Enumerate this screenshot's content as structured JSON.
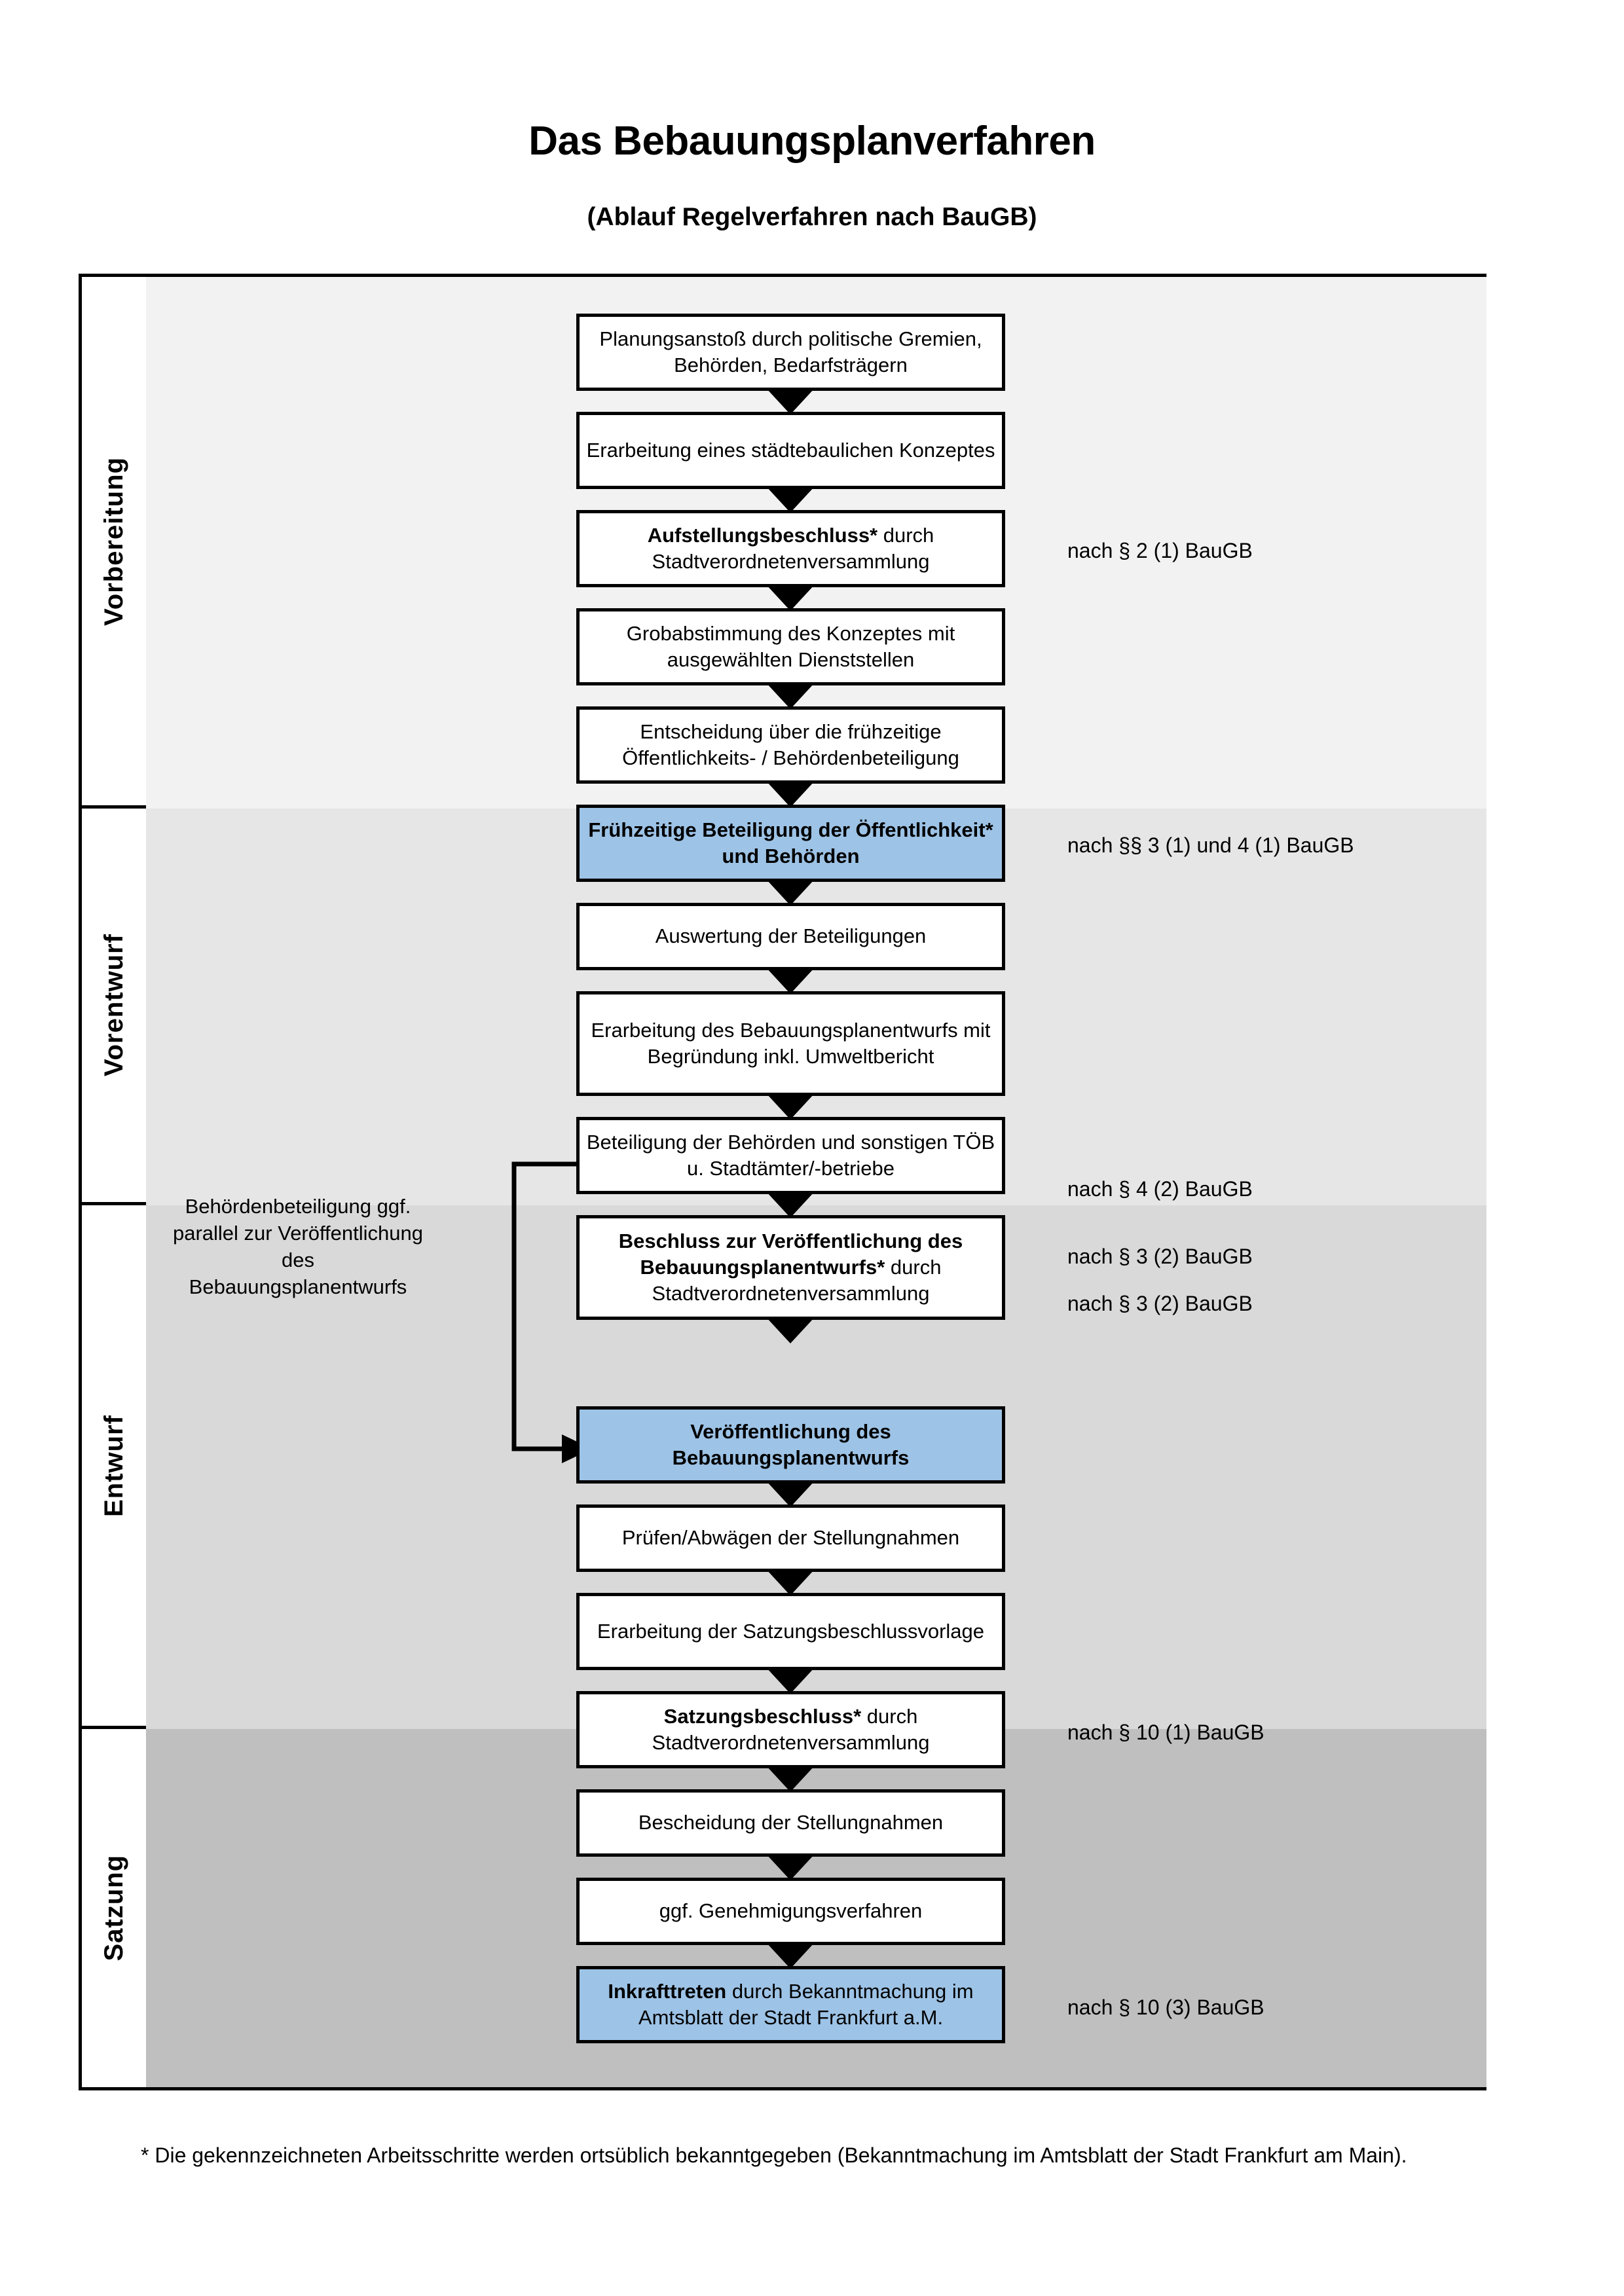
{
  "document": {
    "title": "Das Bebauungsplanverfahren",
    "subtitle": "(Ablauf Regelverfahren nach BauGB)",
    "footnote": "* Die gekennzeichneten Arbeitsschritte werden ortsüblich bekanntgegeben (Bekanntmachung im Amtsblatt  der Stadt Frankfurt am Main)."
  },
  "colors": {
    "highlight": "#9dc3e6",
    "band_vorbereitung": "#f2f2f2",
    "band_vorentwurf": "#e6e6e6",
    "band_entwurf": "#d9d9d9",
    "band_satzung": "#bfbfbf",
    "outline": "#000000"
  },
  "phases": [
    {
      "label": "Vorbereitung"
    },
    {
      "label": "Vorentwurf"
    },
    {
      "label": "Entwurf"
    },
    {
      "label": "Satzung"
    }
  ],
  "side_note": "Behördenbeteiligung ggf. parallel zur Veröffentlichung des Bebauungsplanentwurfs",
  "steps": [
    {
      "id": "planungsanstoss",
      "phase": "Vorbereitung",
      "bold": "",
      "text": "Planungsanstoß durch politische Gremien, Behörden, Bedarfsträgern",
      "highlight": false
    },
    {
      "id": "staedtebau-konzept",
      "phase": "Vorbereitung",
      "bold": "",
      "text": "Erarbeitung eines städtebaulichen Konzeptes",
      "highlight": false
    },
    {
      "id": "aufstellungsbeschluss",
      "phase": "Vorbereitung",
      "bold": "Aufstellungsbeschluss*",
      "text": " durch Stadtverordnetenversammlung",
      "highlight": false
    },
    {
      "id": "grobabstimmung",
      "phase": "Vorentwurf",
      "bold": "",
      "text": "Grobabstimmung des Konzeptes mit ausgewählten Dienststellen",
      "highlight": false
    },
    {
      "id": "entscheidung-fruehzeitig",
      "phase": "Vorentwurf",
      "bold": "",
      "text": "Entscheidung über die frühzeitige Öffentlichkeits- / Behördenbeteiligung",
      "highlight": false
    },
    {
      "id": "fruehzeitige-beteiligung",
      "phase": "Vorentwurf",
      "bold": "Frühzeitige Beteiligung der Öffentlichkeit* und Behörden",
      "text": "",
      "highlight": true
    },
    {
      "id": "auswertung",
      "phase": "Entwurf",
      "bold": "",
      "text": "Auswertung der Beteiligungen",
      "highlight": false
    },
    {
      "id": "erarbeitung-entwurf",
      "phase": "Entwurf",
      "bold": "",
      "text": "Erarbeitung des Bebauungsplanentwurfs mit Begründung inkl. Umweltbericht",
      "highlight": false
    },
    {
      "id": "beteiligung-behoerden",
      "phase": "Entwurf",
      "bold": "",
      "text": "Beteiligung der Behörden und sonstigen TÖB u. Stadtämter/-betriebe",
      "highlight": false
    },
    {
      "id": "beschluss-veroeffentlichung",
      "phase": "Entwurf",
      "bold": "Beschluss zur Veröffentlichung des Bebauungsplanentwurfs*",
      "text": " durch Stadtverordnetenversammlung",
      "highlight": false
    },
    {
      "id": "veroeffentlichung",
      "phase": "Entwurf",
      "bold": "Veröffentlichung des Bebauungsplanentwurfs",
      "text": "",
      "highlight": true
    },
    {
      "id": "pruefen-abwaegen",
      "phase": "Satzung",
      "bold": "",
      "text": "Prüfen/Abwägen der Stellungnahmen",
      "highlight": false
    },
    {
      "id": "satzungsbeschlussvorlage",
      "phase": "Satzung",
      "bold": "",
      "text": "Erarbeitung der Satzungsbeschlussvorlage",
      "highlight": false
    },
    {
      "id": "satzungsbeschluss",
      "phase": "Satzung",
      "bold": "Satzungsbeschluss*",
      "text": " durch Stadtverordnetenversammlung",
      "highlight": false
    },
    {
      "id": "bescheidung",
      "phase": "Satzung",
      "bold": "",
      "text": "Bescheidung der Stellungnahmen",
      "highlight": false
    },
    {
      "id": "genehmigungsverfahren",
      "phase": "Satzung",
      "bold": "",
      "text": "ggf. Genehmigungsverfahren",
      "highlight": false
    },
    {
      "id": "inkrafttreten",
      "phase": "Satzung",
      "bold": "Inkrafttreten",
      "text": " durch Bekanntmachung im Amtsblatt der Stadt Frankfurt a.M.",
      "highlight": true
    }
  ],
  "legal_refs": [
    {
      "id": "ref-2-1",
      "text": "nach § 2 (1) BauGB",
      "for": "aufstellungsbeschluss"
    },
    {
      "id": "ref-3-1-4-1",
      "text": "nach §§ 3 (1) und 4 (1) BauGB",
      "for": "fruehzeitige-beteiligung"
    },
    {
      "id": "ref-4-2",
      "text": "nach § 4 (2) BauGB",
      "for": "beteiligung-behoerden"
    },
    {
      "id": "ref-3-2-a",
      "text": "nach § 3 (2) BauGB",
      "for": "beschluss-veroeffentlichung"
    },
    {
      "id": "ref-3-2-b",
      "text": "nach § 3 (2) BauGB",
      "for": "veroeffentlichung"
    },
    {
      "id": "ref-10-1",
      "text": "nach § 10 (1) BauGB",
      "for": "satzungsbeschluss"
    },
    {
      "id": "ref-10-3",
      "text": "nach § 10 (3) BauGB",
      "for": "inkrafttreten"
    }
  ]
}
